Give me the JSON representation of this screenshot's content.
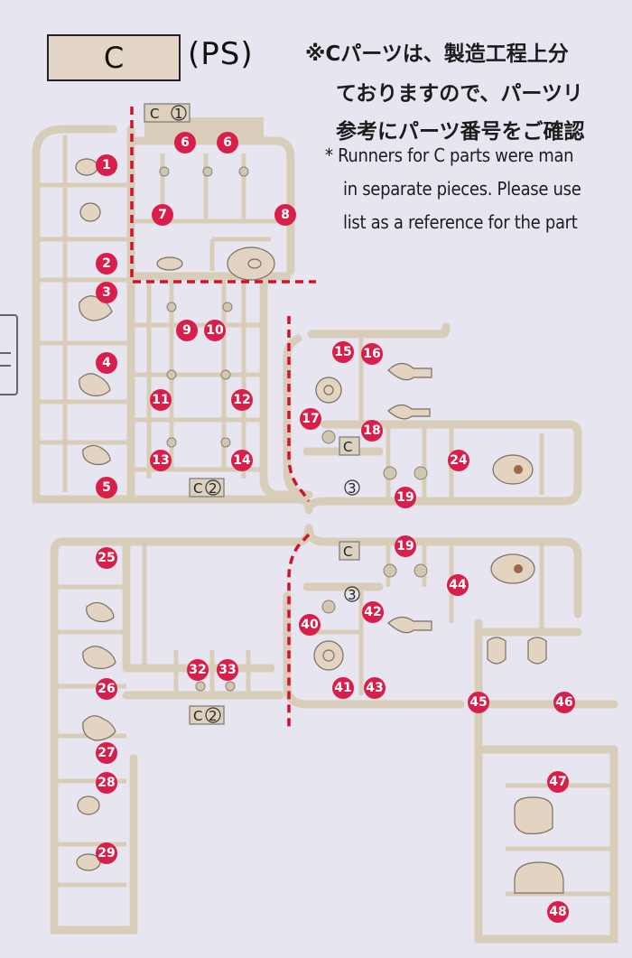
{
  "header": {
    "letter": "C",
    "material": "(PS)"
  },
  "note": {
    "jp": [
      "※Cパーツは、製造工程上分",
      "ております​ので、パーツリ",
      "参考にパーツ番号をご確認"
    ],
    "en": [
      "* Runners for C parts were man",
      "in separate pieces. Please use",
      "list as a reference for the part"
    ]
  },
  "runner_tags": [
    {
      "name": "tag-c1",
      "letter": "C",
      "num": "1"
    },
    {
      "name": "tag-c2-top",
      "letter": "C",
      "num": "2"
    },
    {
      "name": "tag-c3-top",
      "letter": "C",
      "num": "3"
    },
    {
      "name": "tag-c2-bottom",
      "letter": "C",
      "num": "2"
    },
    {
      "name": "tag-c3-bottom",
      "letter": "C",
      "num": "3"
    }
  ],
  "part_numbers": [
    "1",
    "2",
    "3",
    "4",
    "5",
    "6",
    "6",
    "7",
    "8",
    "9",
    "10",
    "11",
    "12",
    "13",
    "14",
    "15",
    "16",
    "17",
    "18",
    "19",
    "24",
    "25",
    "26",
    "27",
    "28",
    "29",
    "32",
    "33",
    "19",
    "40",
    "41",
    "42",
    "43",
    "44",
    "45",
    "46",
    "47",
    "48"
  ],
  "colors": {
    "marker": "#d81e4b",
    "cut_line": "#d3112c",
    "runner": "#d8cdb9",
    "background": "#e7e5ef"
  }
}
